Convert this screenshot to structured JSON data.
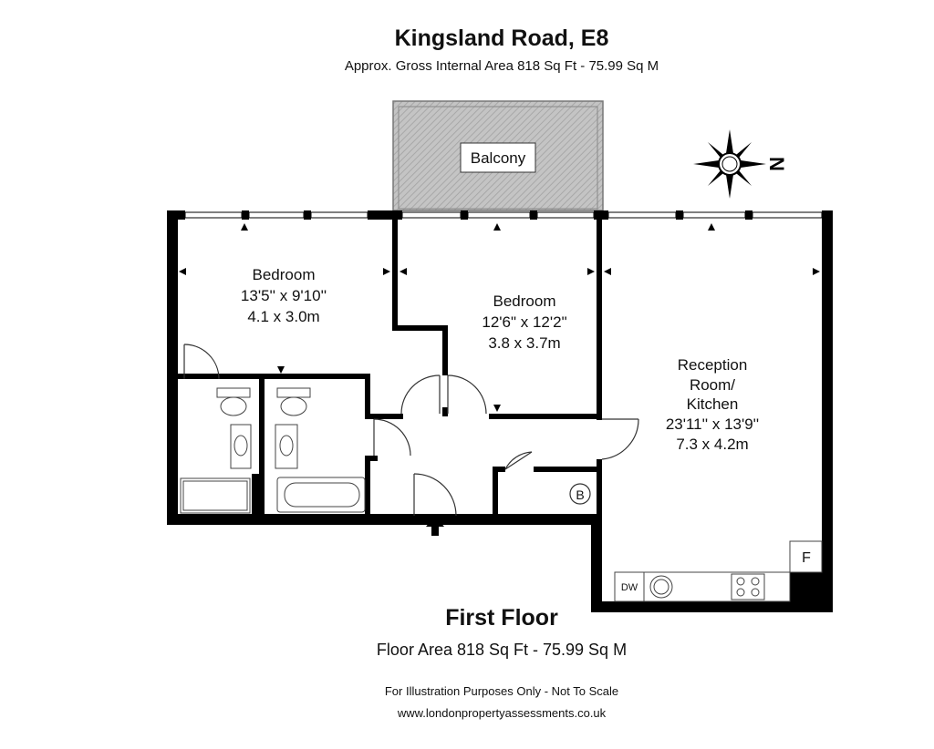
{
  "header": {
    "title": "Kingsland Road, E8",
    "subtitle": "Approx. Gross Internal Area 818 Sq Ft - 75.99 Sq M"
  },
  "rooms": {
    "balcony": {
      "name": "Balcony"
    },
    "bedroom1": {
      "name": "Bedroom",
      "imperial": "13'5'' x 9'10''",
      "metric": "4.1 x 3.0m"
    },
    "bedroom2": {
      "name": "Bedroom",
      "imperial": "12'6\" x 12'2\"",
      "metric": "3.8 x 3.7m"
    },
    "reception": {
      "name_line1": "Reception",
      "name_line2": "Room/",
      "name_line3": "Kitchen",
      "imperial": "23'11'' x 13'9''",
      "metric": "7.3 x 4.2m"
    }
  },
  "fixtures": {
    "boiler": "B",
    "fridge": "F",
    "dishwasher": "DW"
  },
  "compass": {
    "direction": "N"
  },
  "footer": {
    "floor_name": "First Floor",
    "floor_area": "Floor Area 818 Sq Ft - 75.99 Sq M",
    "disclaimer": "For Illustration Purposes Only - Not To Scale",
    "website": "www.londonpropertyassessments.co.uk"
  },
  "colors": {
    "wall": "#000000",
    "balcony_fill": "#bdbdbd",
    "line": "#333333"
  }
}
